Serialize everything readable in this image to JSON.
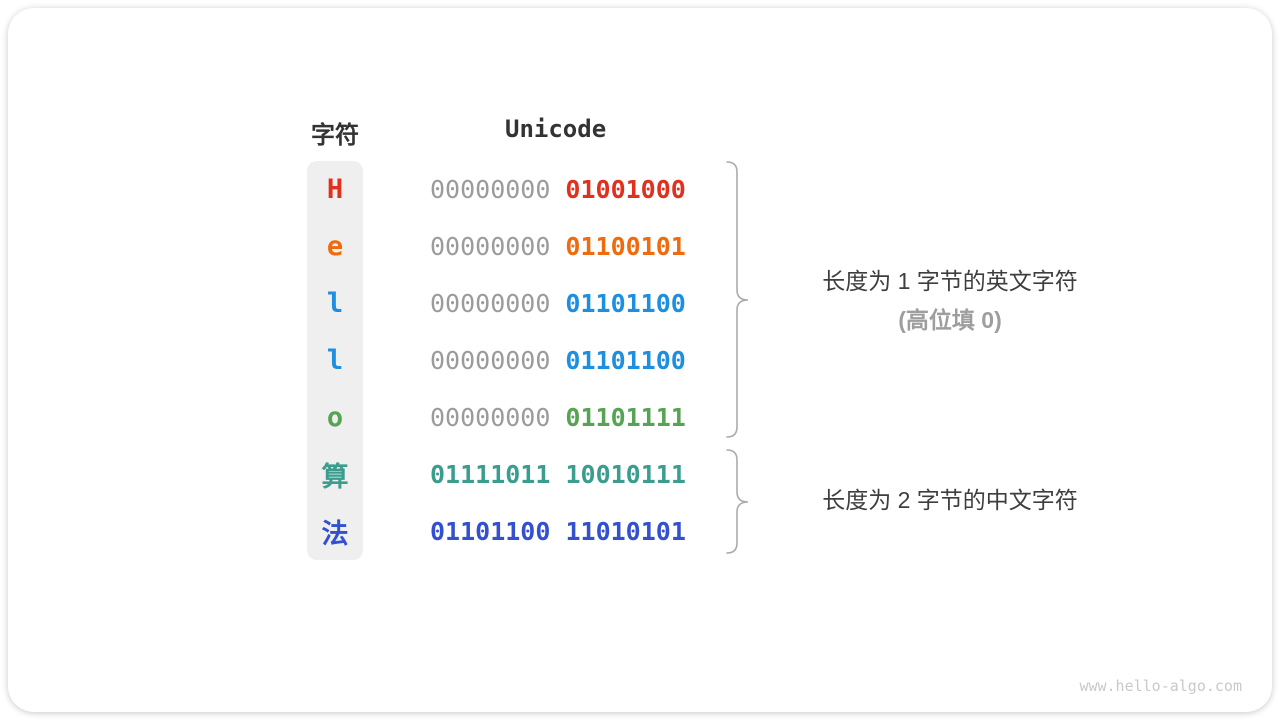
{
  "table": {
    "headers": {
      "char": "字符",
      "unicode": "Unicode"
    },
    "rows": [
      {
        "char": "H",
        "prefix": "00000000",
        "value": "01001000",
        "color": "#e0301e"
      },
      {
        "char": "e",
        "prefix": "00000000",
        "value": "01100101",
        "color": "#f06a0e"
      },
      {
        "char": "l",
        "prefix": "00000000",
        "value": "01101100",
        "color": "#1d8fe0"
      },
      {
        "char": "l",
        "prefix": "00000000",
        "value": "01101100",
        "color": "#1d8fe0"
      },
      {
        "char": "o",
        "prefix": "00000000",
        "value": "01101111",
        "color": "#56a353"
      },
      {
        "char": "算",
        "prefix": "",
        "value": "01111011 10010111",
        "color": "#3a9d8e"
      },
      {
        "char": "法",
        "prefix": "",
        "value": "01101100 11010101",
        "color": "#3350cf"
      }
    ]
  },
  "annotations": {
    "group1": {
      "line1": "长度为 1 字节的英文字符",
      "line2": "(高位填 0)"
    },
    "group2": {
      "line1": "长度为 2 字节的中文字符"
    }
  },
  "colors": {
    "prefix_gray": "#9b9b9b",
    "brace_gray": "#ababab",
    "annotation_dark": "#3e3e3e",
    "annotation_light": "#9e9e9e"
  },
  "watermark": "www.hello-algo.com"
}
